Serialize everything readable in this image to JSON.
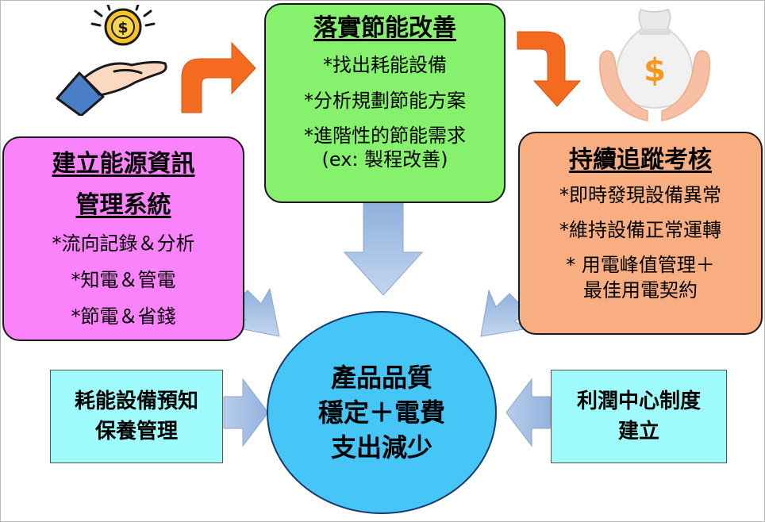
{
  "top_box": {
    "title": "落實節能改善",
    "items": [
      "*找出耗能設備",
      "*分析規劃節能方案",
      "*進階性的節能需求",
      "(ex: 製程改善)"
    ]
  },
  "left_box": {
    "title_lines": [
      "建立能源資訊",
      "管理系統"
    ],
    "items": [
      "*流向記錄＆分析",
      "*知電＆管電",
      "*節電＆省錢"
    ]
  },
  "right_box": {
    "title": "持續追蹤考核",
    "items": [
      "*即時發現設備異常",
      "*維持設備正常運轉",
      "* 用電峰值管理＋",
      "最佳用電契約"
    ]
  },
  "center": {
    "lines": [
      "產品品質",
      "穩定＋電費",
      "支出減少"
    ]
  },
  "left_side_box": {
    "lines": [
      "耗能設備預知",
      "保養管理"
    ]
  },
  "right_side_box": {
    "lines": [
      "利潤中心制度",
      "建立"
    ]
  },
  "icons": [
    "hand-coin-icon",
    "money-bag-hands-icon"
  ],
  "colors": {
    "top_box": "#86f16c",
    "left_box": "#fa82fa",
    "right_box": "#f8ae80",
    "side_boxes": "#9ffbfb",
    "center_circle": "#45c6f7",
    "orange_arrow": "#f46a1f",
    "blue_arrow": "#a9c2e4"
  }
}
